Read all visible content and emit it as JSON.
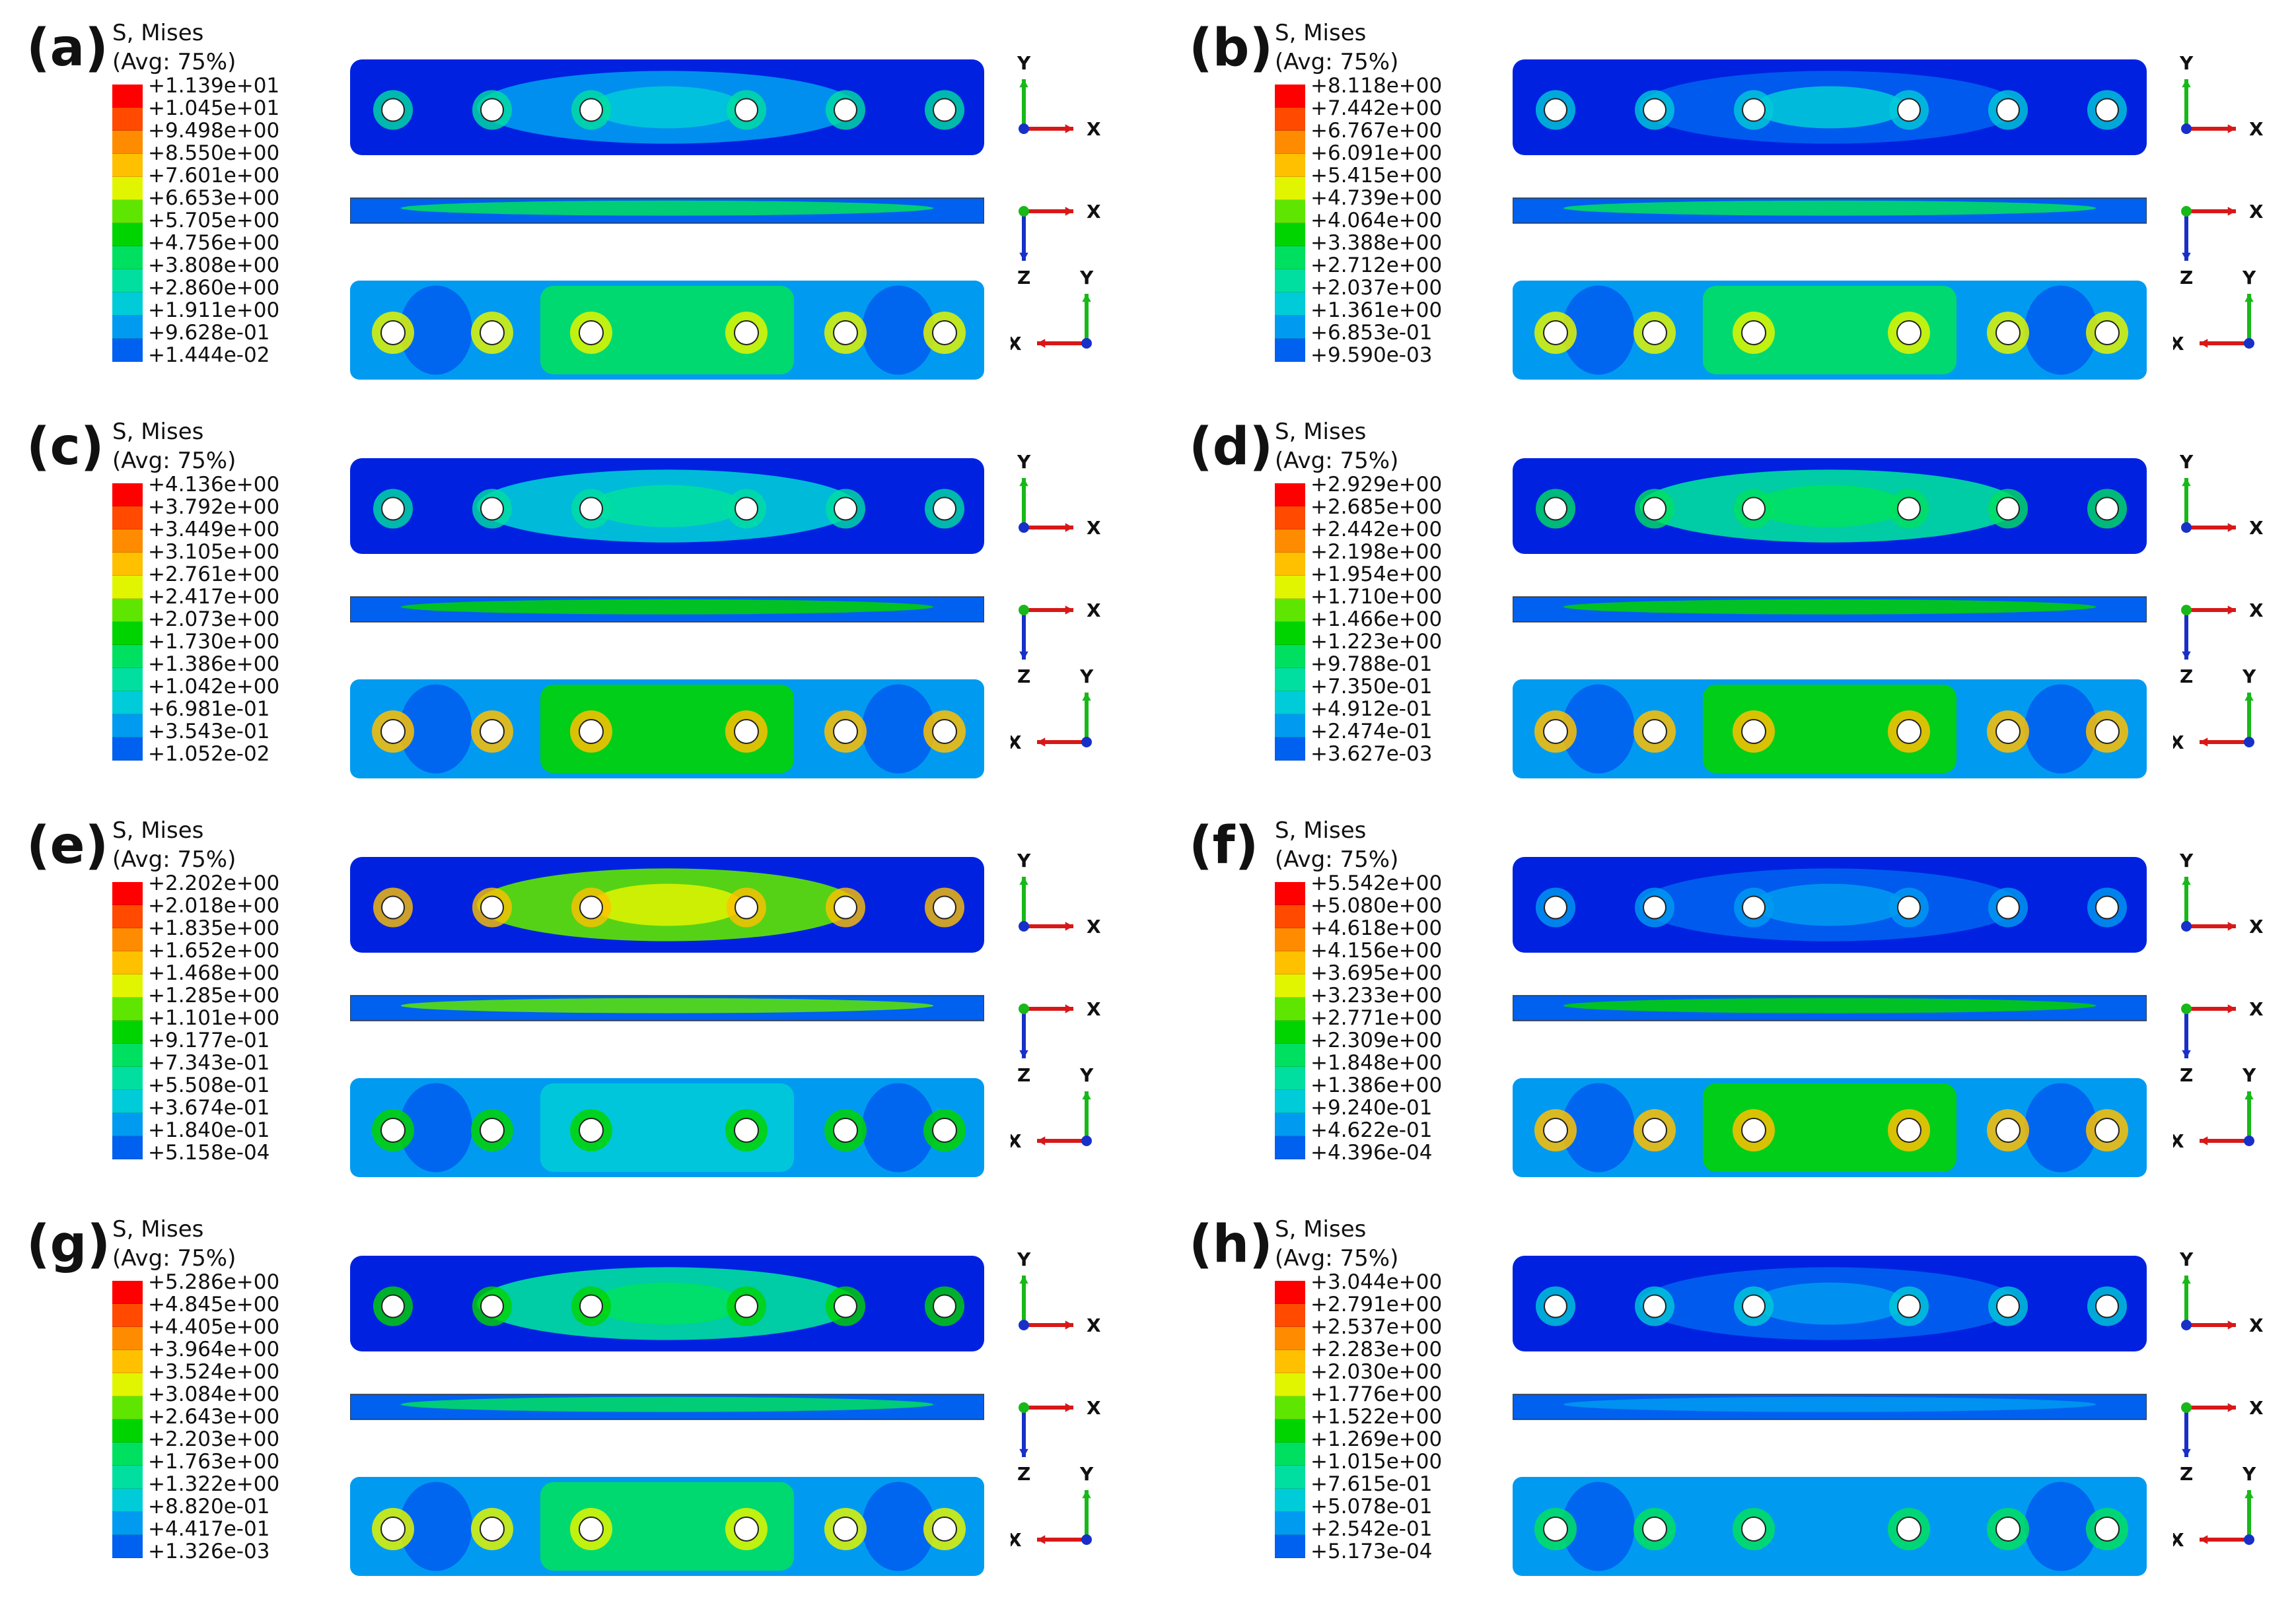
{
  "legend_title": "S, Mises",
  "legend_subtitle": "(Avg: 75%)",
  "axis_labels": {
    "x": "X",
    "y": "Y",
    "z": "Z"
  },
  "colors": {
    "scale": [
      "#ff0000",
      "#ff4a00",
      "#ff8c00",
      "#ffc000",
      "#e2f500",
      "#5ee600",
      "#00d400",
      "#00e060",
      "#00dfa0",
      "#00cbd8",
      "#009bf0",
      "#0060f0",
      "#0022e0"
    ],
    "axis_x": "#d81818",
    "axis_y": "#18b818",
    "axis_z": "#1830c8"
  },
  "panels": [
    {
      "label": "(a)",
      "values": [
        "+1.139e+01",
        "+1.045e+01",
        "+9.498e+00",
        "+8.550e+00",
        "+7.601e+00",
        "+6.653e+00",
        "+5.705e+00",
        "+4.756e+00",
        "+3.808e+00",
        "+2.860e+00",
        "+1.911e+00",
        "+9.628e-01",
        "+1.444e-02"
      ],
      "view_top_level": 0.15,
      "view_bottom_level": 0.45
    },
    {
      "label": "(b)",
      "values": [
        "+8.118e+00",
        "+7.442e+00",
        "+6.767e+00",
        "+6.091e+00",
        "+5.415e+00",
        "+4.739e+00",
        "+4.064e+00",
        "+3.388e+00",
        "+2.712e+00",
        "+2.037e+00",
        "+1.361e+00",
        "+6.853e-01",
        "+9.590e-03"
      ],
      "view_top_level": 0.12,
      "view_bottom_level": 0.45
    },
    {
      "label": "(c)",
      "values": [
        "+4.136e+00",
        "+3.792e+00",
        "+3.449e+00",
        "+3.105e+00",
        "+2.761e+00",
        "+2.417e+00",
        "+2.073e+00",
        "+1.730e+00",
        "+1.386e+00",
        "+1.042e+00",
        "+6.981e-01",
        "+3.543e-01",
        "+1.052e-02"
      ],
      "view_top_level": 0.22,
      "view_bottom_level": 0.5
    },
    {
      "label": "(d)",
      "values": [
        "+2.929e+00",
        "+2.685e+00",
        "+2.442e+00",
        "+2.198e+00",
        "+1.954e+00",
        "+1.710e+00",
        "+1.466e+00",
        "+1.223e+00",
        "+9.788e-01",
        "+7.350e-01",
        "+4.912e-01",
        "+2.474e-01",
        "+3.627e-03"
      ],
      "view_top_level": 0.3,
      "view_bottom_level": 0.5
    },
    {
      "label": "(e)",
      "values": [
        "+2.202e+00",
        "+2.018e+00",
        "+1.835e+00",
        "+1.652e+00",
        "+1.468e+00",
        "+1.285e+00",
        "+1.101e+00",
        "+9.177e-01",
        "+7.343e-01",
        "+5.508e-01",
        "+3.674e-01",
        "+1.840e-01",
        "+5.158e-04"
      ],
      "view_top_level": 0.6,
      "view_bottom_level": 0.22
    },
    {
      "label": "(f)",
      "values": [
        "+5.542e+00",
        "+5.080e+00",
        "+4.618e+00",
        "+4.156e+00",
        "+3.695e+00",
        "+3.233e+00",
        "+2.771e+00",
        "+2.309e+00",
        "+1.848e+00",
        "+1.386e+00",
        "+9.240e-01",
        "+4.622e-01",
        "+4.396e-04"
      ],
      "view_top_level": 0.05,
      "view_bottom_level": 0.5
    },
    {
      "label": "(g)",
      "values": [
        "+5.286e+00",
        "+4.845e+00",
        "+4.405e+00",
        "+3.964e+00",
        "+3.524e+00",
        "+3.084e+00",
        "+2.643e+00",
        "+2.203e+00",
        "+1.763e+00",
        "+1.322e+00",
        "+8.820e-01",
        "+4.417e-01",
        "+1.326e-03"
      ],
      "view_top_level": 0.32,
      "view_bottom_level": 0.42
    },
    {
      "label": "(h)",
      "values": [
        "+3.044e+00",
        "+2.791e+00",
        "+2.537e+00",
        "+2.283e+00",
        "+2.030e+00",
        "+1.776e+00",
        "+1.522e+00",
        "+1.269e+00",
        "+1.015e+00",
        "+7.615e-01",
        "+5.078e-01",
        "+2.542e-01",
        "+5.173e-04"
      ],
      "view_top_level": 0.06,
      "view_bottom_level": 0.15
    }
  ]
}
